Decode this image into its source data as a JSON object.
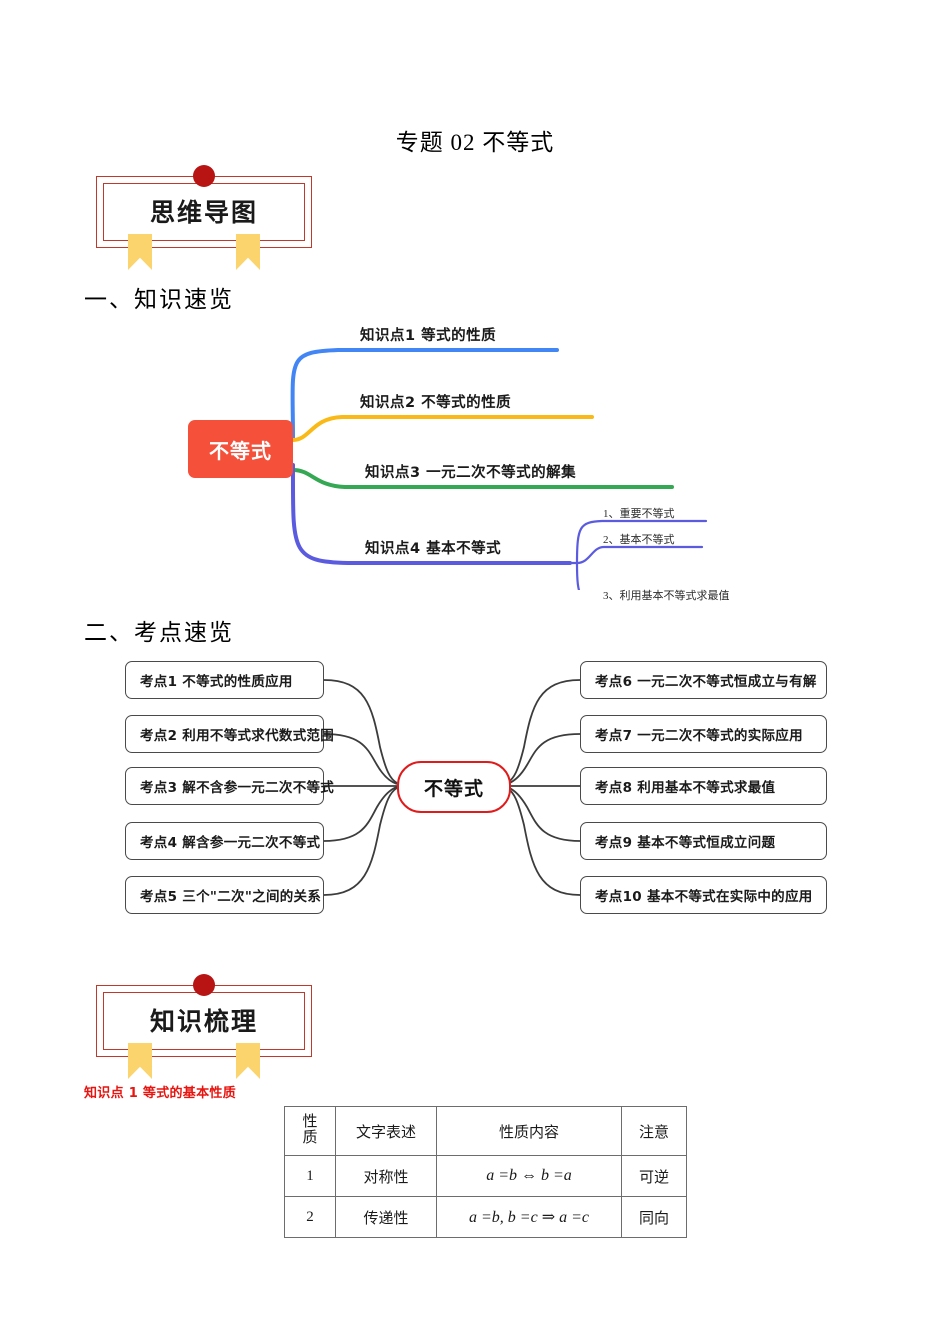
{
  "document": {
    "title": "专题 02  不等式"
  },
  "banners": [
    {
      "label": "思维导图"
    },
    {
      "label": "知识梳理"
    }
  ],
  "sections": [
    {
      "heading": "一、知识速览"
    },
    {
      "heading": "二、考点速览"
    }
  ],
  "mindmap_knowledge": {
    "center": "不等式",
    "branches": [
      {
        "label": "知识点1  等式的性质",
        "color": "#4285F4"
      },
      {
        "label": "知识点2  不等式的性质",
        "color": "#F9B916"
      },
      {
        "label": "知识点3  一元二次不等式的解集",
        "color": "#34A853"
      },
      {
        "label": "知识点4  基本不等式",
        "color": "#5B5BE0"
      }
    ],
    "sub_branches": [
      {
        "label": "1、重要不等式"
      },
      {
        "label": "2、基本不等式"
      },
      {
        "label": "3、利用基本不等式求最值"
      }
    ]
  },
  "mindmap_exam": {
    "center": "不等式",
    "left_items": [
      {
        "label": "考点1  不等式的性质应用"
      },
      {
        "label": "考点2  利用不等式求代数式范围"
      },
      {
        "label": "考点3  解不含参一元二次不等式"
      },
      {
        "label": "考点4  解含参一元二次不等式"
      },
      {
        "label": "考点5  三个\"二次\"之间的关系"
      }
    ],
    "right_items": [
      {
        "label": "考点6  一元二次不等式恒成立与有解"
      },
      {
        "label": "考点7  一元二次不等式的实际应用"
      },
      {
        "label": "考点8  利用基本不等式求最值"
      },
      {
        "label": "考点9  基本不等式恒成立问题"
      },
      {
        "label": "考点10  基本不等式在实际中的应用"
      }
    ]
  },
  "knowledge_point_1": {
    "heading": "知识点 1  等式的基本性质",
    "table": {
      "headers": [
        "性质",
        "文字表述",
        "性质内容",
        "注意"
      ],
      "rows": [
        {
          "index": "1",
          "desc": "对称性",
          "content_a": "a =b",
          "content_op": "⇔",
          "content_b": "b =a",
          "note": "可逆"
        },
        {
          "index": "2",
          "desc": "传递性",
          "content_a": "a =b, b =c",
          "content_op": "⇒",
          "content_b": "a =c",
          "note": "同向"
        }
      ]
    }
  },
  "colors": {
    "banner_border": "#C0392B",
    "banner_dot": "#B81414",
    "ribbon": "#FBD46D",
    "node_red": "#F4503A",
    "outline_red": "#E01B1B",
    "heading_red": "#E8140F"
  }
}
